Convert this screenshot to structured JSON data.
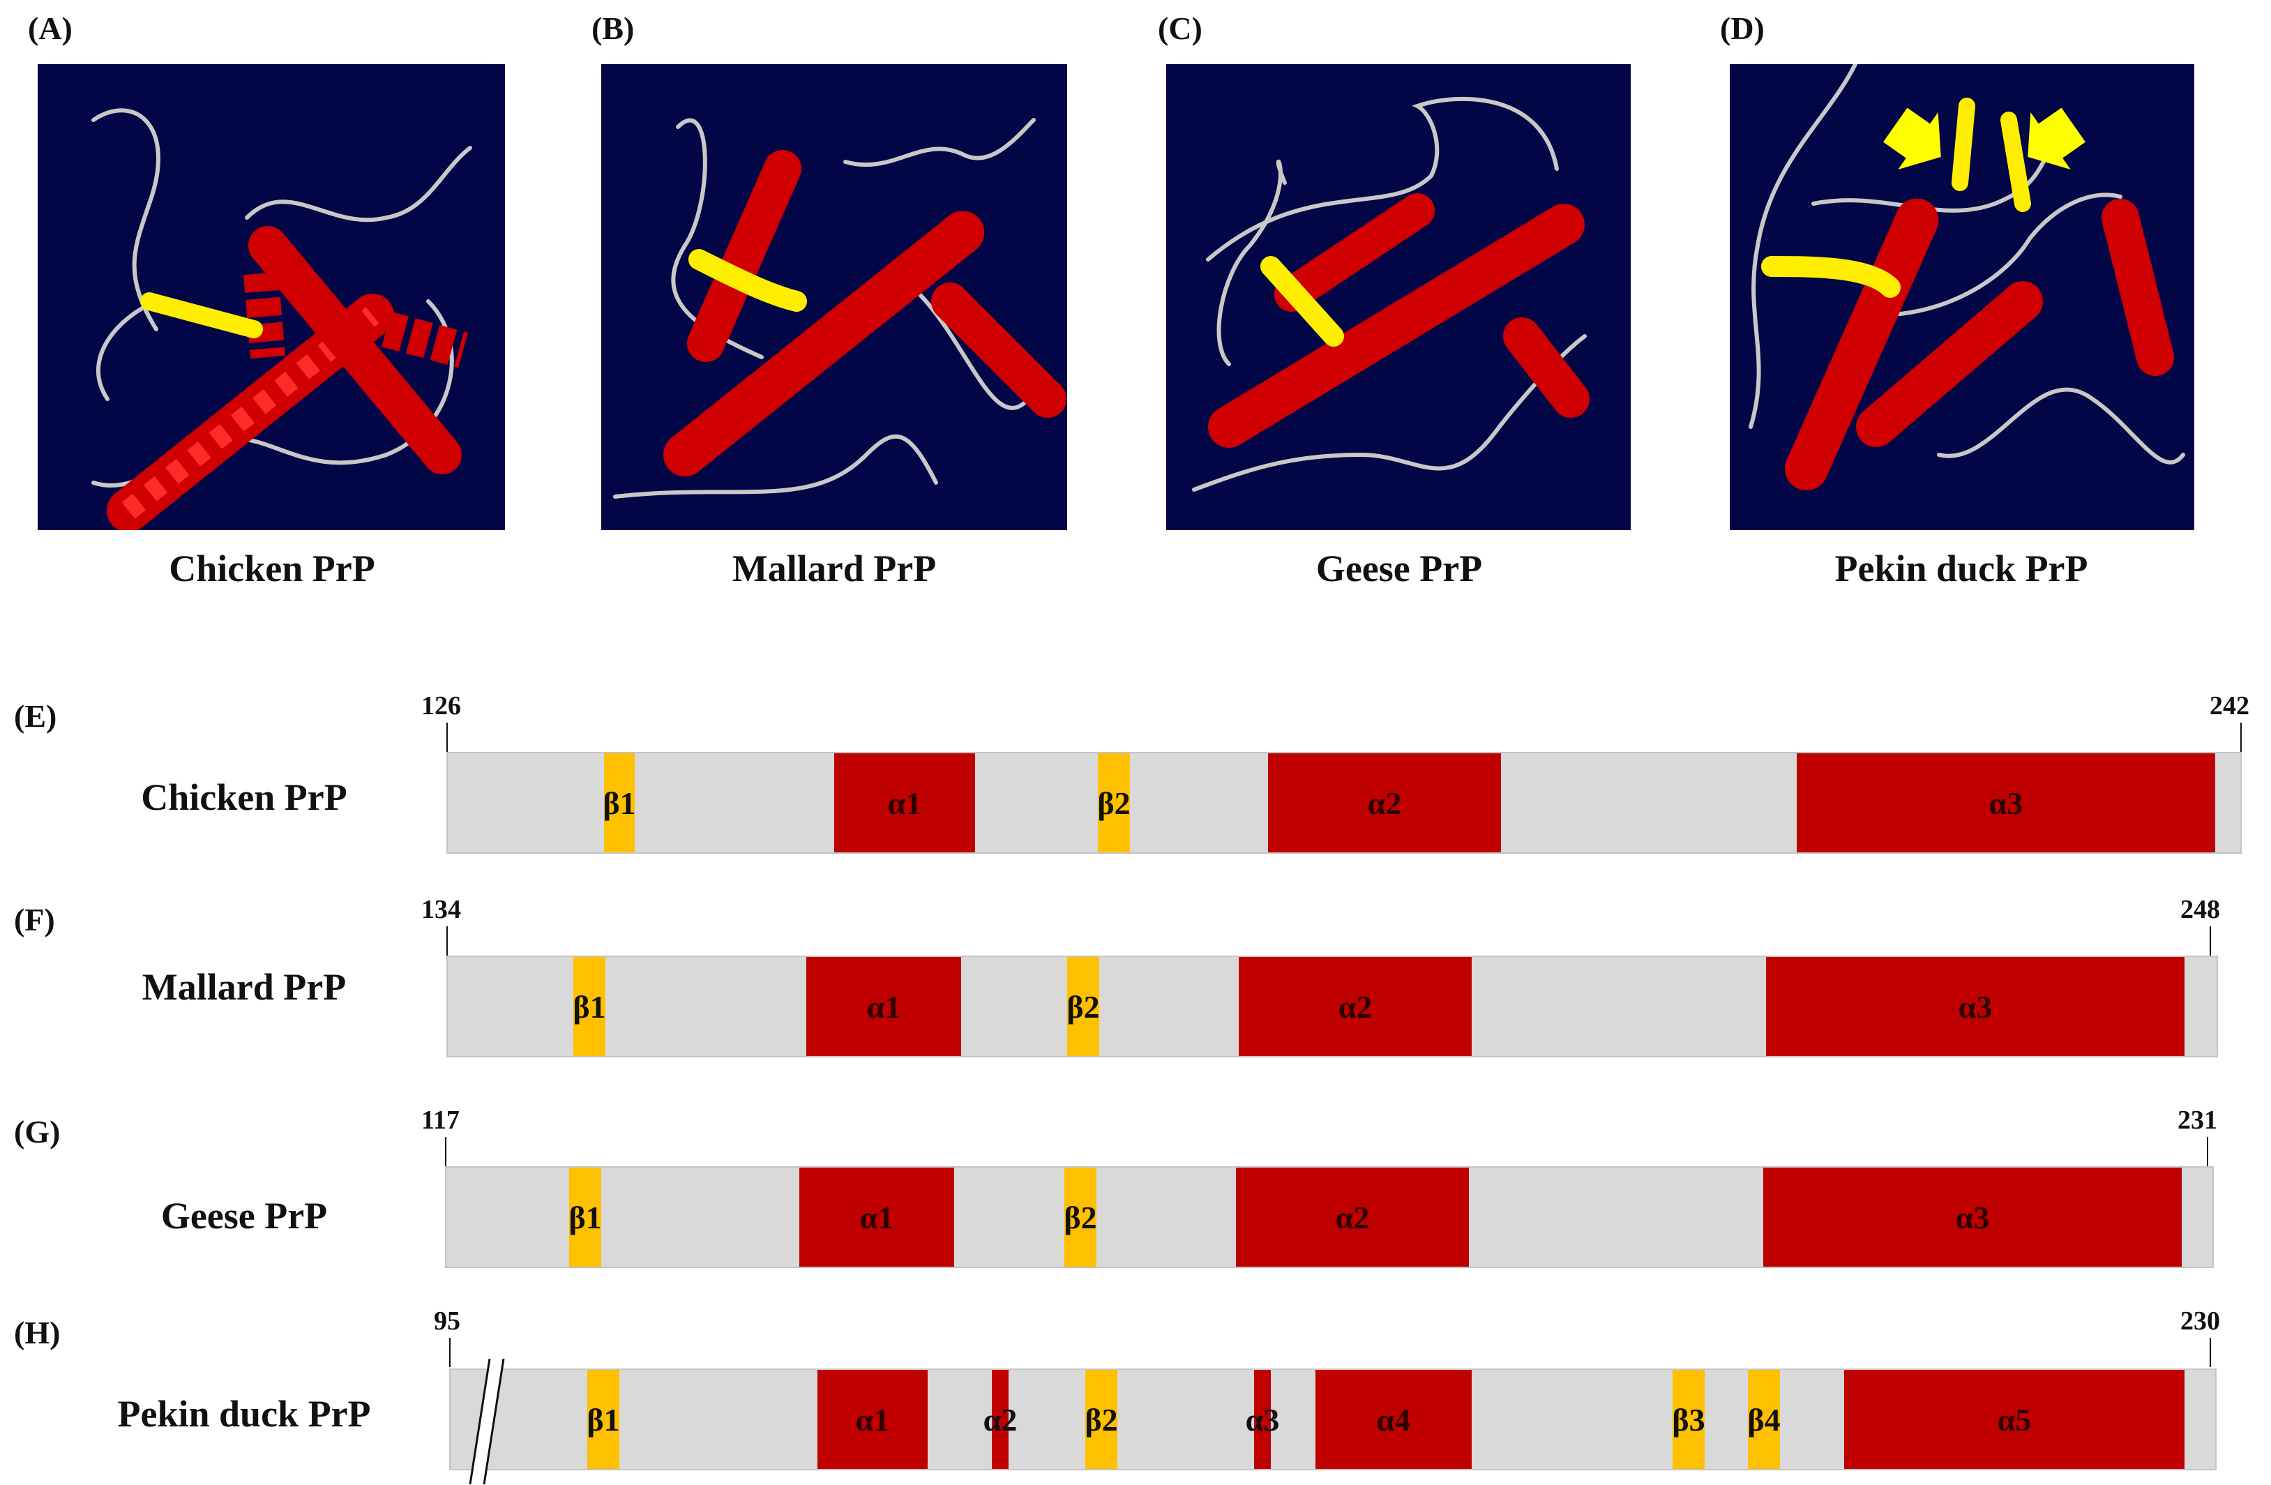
{
  "structures": [
    {
      "letter": "(A)",
      "caption": "Chicken PrP"
    },
    {
      "letter": "(B)",
      "caption": "Mallard PrP"
    },
    {
      "letter": "(C)",
      "caption": "Geese PrP"
    },
    {
      "letter": "(D)",
      "caption": "Pekin duck PrP"
    }
  ],
  "maps": [
    {
      "letter": "(E)",
      "name": "Chicken PrP",
      "start": "126",
      "end": "242",
      "elements": [
        {
          "type": "strand",
          "label": "β1"
        },
        {
          "type": "helix",
          "label": "α1"
        },
        {
          "type": "strand",
          "label": "β2"
        },
        {
          "type": "helix",
          "label": "α2"
        },
        {
          "type": "helix",
          "label": "α3"
        }
      ]
    },
    {
      "letter": "(F)",
      "name": "Mallard PrP",
      "start": "134",
      "end": "248",
      "elements": [
        {
          "type": "strand",
          "label": "β1"
        },
        {
          "type": "helix",
          "label": "α1"
        },
        {
          "type": "strand",
          "label": "β2"
        },
        {
          "type": "helix",
          "label": "α2"
        },
        {
          "type": "helix",
          "label": "α3"
        }
      ]
    },
    {
      "letter": "(G)",
      "name": "Geese PrP",
      "start": "117",
      "end": "231",
      "elements": [
        {
          "type": "strand",
          "label": "β1"
        },
        {
          "type": "helix",
          "label": "α1"
        },
        {
          "type": "strand",
          "label": "β2"
        },
        {
          "type": "helix",
          "label": "α2"
        },
        {
          "type": "helix",
          "label": "α3"
        }
      ]
    },
    {
      "letter": "(H)",
      "name": "Pekin duck PrP",
      "start": "95",
      "end": "230",
      "elements": [
        {
          "type": "strand",
          "label": "β1"
        },
        {
          "type": "helix",
          "label": "α1"
        },
        {
          "type": "helix",
          "label": "α2"
        },
        {
          "type": "strand",
          "label": "β2"
        },
        {
          "type": "helix",
          "label": "α3"
        },
        {
          "type": "helix",
          "label": "α4"
        },
        {
          "type": "strand",
          "label": "β3"
        },
        {
          "type": "strand",
          "label": "β4"
        },
        {
          "type": "helix",
          "label": "α5"
        }
      ]
    }
  ],
  "colors": {
    "structure_background": "#020646",
    "helix": "#c00000",
    "strand": "#ffc000",
    "coil": "#d9d9d9",
    "strand_3d": "#ffff00",
    "helix_3d": "#ee0000"
  }
}
